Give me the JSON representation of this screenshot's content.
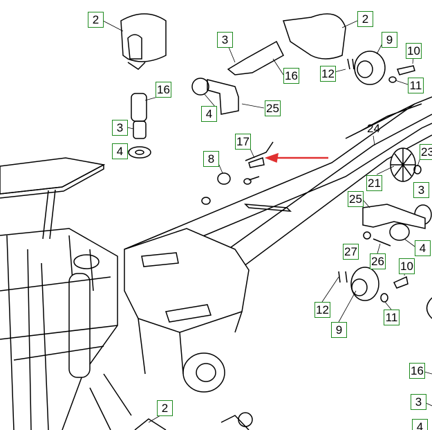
{
  "diagram": {
    "accent_color": "#1e8a1e",
    "arrow_color": "#e03030",
    "callouts": [
      {
        "id": "2",
        "pos": "top-left-lamp"
      },
      {
        "id": "2",
        "pos": "top-right-lamp"
      },
      {
        "id": "3",
        "pos": "top-plug"
      },
      {
        "id": "16",
        "pos": "top-socket"
      },
      {
        "id": "9",
        "pos": "top-horn"
      },
      {
        "id": "10",
        "pos": "top-bolt"
      },
      {
        "id": "12",
        "pos": "top-clip"
      },
      {
        "id": "11",
        "pos": "top-washer"
      },
      {
        "id": "16",
        "pos": "left-socket"
      },
      {
        "id": "4",
        "pos": "top-ring"
      },
      {
        "id": "25",
        "pos": "top-bracket"
      },
      {
        "id": "3",
        "pos": "left-plug"
      },
      {
        "id": "4",
        "pos": "left-ring"
      },
      {
        "id": "17",
        "pos": "boom-connector"
      },
      {
        "id": "8",
        "pos": "boom-cap"
      },
      {
        "id": "24",
        "pos": "boom-screw"
      },
      {
        "id": "23",
        "pos": "right-nut"
      },
      {
        "id": "21",
        "pos": "reflector"
      },
      {
        "id": "3",
        "pos": "right-plug"
      },
      {
        "id": "25",
        "pos": "mid-bracket"
      },
      {
        "id": "4",
        "pos": "mid-ring"
      },
      {
        "id": "27",
        "pos": "mid-clip"
      },
      {
        "id": "26",
        "pos": "mid-pin"
      },
      {
        "id": "10",
        "pos": "bottom-bolt"
      },
      {
        "id": "12",
        "pos": "bottom-clip"
      },
      {
        "id": "11",
        "pos": "bottom-washer"
      },
      {
        "id": "9",
        "pos": "bottom-horn"
      },
      {
        "id": "16",
        "pos": "bottom-right-socket"
      },
      {
        "id": "3",
        "pos": "bottom-right-plug"
      },
      {
        "id": "4",
        "pos": "bottom-right-ring"
      },
      {
        "id": "2",
        "pos": "bottom-lamp"
      }
    ]
  }
}
